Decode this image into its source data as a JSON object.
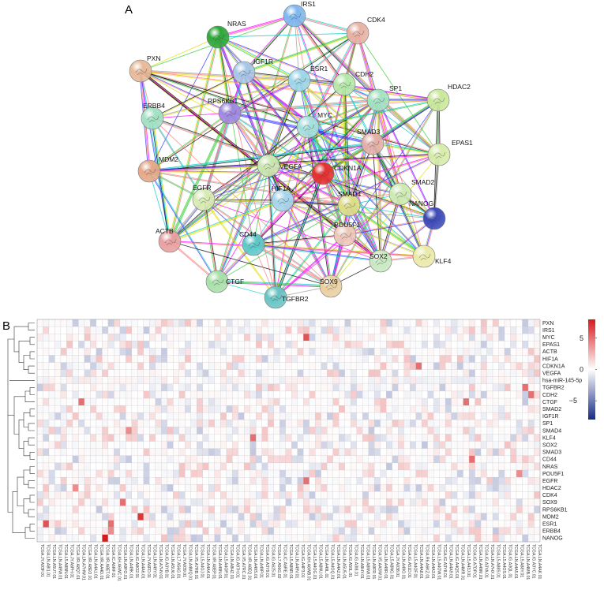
{
  "panels": {
    "a": "A",
    "b": "B"
  },
  "network": {
    "edge_colors": [
      "#ff00ff",
      "#000000",
      "#33cc33",
      "#dddd00",
      "#00cccc",
      "#3333ff",
      "#999999",
      "#ff7777"
    ],
    "nodes": [
      {
        "id": "IRS1",
        "label": "IRS1",
        "color": "#7fb8ee"
      },
      {
        "id": "NRAS",
        "label": "NRAS",
        "color": "#2fa83a"
      },
      {
        "id": "CDK4",
        "label": "CDK4",
        "color": "#e7b2a6"
      },
      {
        "id": "PXN",
        "label": "PXN",
        "color": "#e7b998"
      },
      {
        "id": "IGF1R",
        "label": "IGF1R",
        "color": "#a8c6e6"
      },
      {
        "id": "ESR1",
        "label": "ESR1",
        "color": "#9ed6ea"
      },
      {
        "id": "CDH2",
        "label": "CDH2",
        "color": "#b5e8a8"
      },
      {
        "id": "SP1",
        "label": "SP1",
        "color": "#a2e3c2"
      },
      {
        "id": "HDAC2",
        "label": "HDAC2",
        "color": "#c9e89a"
      },
      {
        "id": "ERBB4",
        "label": "ERBB4",
        "color": "#a2e1c3"
      },
      {
        "id": "RPS6KB1",
        "label": "RPS6KB1",
        "color": "#a089e0"
      },
      {
        "id": "MYC",
        "label": "MYC",
        "color": "#a6e0de"
      },
      {
        "id": "SMAD3",
        "label": "SMAD3",
        "color": "#e5b0aa"
      },
      {
        "id": "EPAS1",
        "label": "EPAS1",
        "color": "#d6ecaa"
      },
      {
        "id": "MDM2",
        "label": "MDM2",
        "color": "#e5a888"
      },
      {
        "id": "VEGFA",
        "label": "VEGFA",
        "color": "#cce8b0"
      },
      {
        "id": "CDKN1A",
        "label": "CDKN1A",
        "color": "#e53030"
      },
      {
        "id": "EGFR",
        "label": "EGFR",
        "color": "#d8ebb4"
      },
      {
        "id": "HIF1A",
        "label": "HIF1A",
        "color": "#a6d6ea"
      },
      {
        "id": "SMAD2",
        "label": "SMAD2",
        "color": "#cdeab4"
      },
      {
        "id": "SMAD4",
        "label": "SMAD4",
        "color": "#dede88"
      },
      {
        "id": "NANOG",
        "label": "NANOG",
        "color": "#3b48b8"
      },
      {
        "id": "ACTB",
        "label": "ACTB",
        "color": "#e8a0a0"
      },
      {
        "id": "CD44",
        "label": "CD44",
        "color": "#5ec8c8"
      },
      {
        "id": "POU5F1",
        "label": "POU5F1",
        "color": "#ecc8b8"
      },
      {
        "id": "KLF4",
        "label": "KLF4",
        "color": "#eaeaa8"
      },
      {
        "id": "SOX2",
        "label": "SOX2",
        "color": "#c8e8c0"
      },
      {
        "id": "CTGF",
        "label": "CTGF",
        "color": "#a8e0a8"
      },
      {
        "id": "TGFBR2",
        "label": "TGFBR2",
        "color": "#68c4c4"
      },
      {
        "id": "SOX9",
        "label": "SOX9",
        "color": "#eacfa0"
      }
    ]
  },
  "heatmap": {
    "rows": [
      "PXN",
      "IRS1",
      "MYC",
      "EPAS1",
      "ACTB",
      "HIF1A",
      "CDKN1A",
      "VEGFA",
      "hsa-miR-145-5p",
      "TGFBR2",
      "CDH2",
      "CTGF",
      "SMAD2",
      "IGF1R",
      "SP1",
      "SMAD4",
      "KLF4",
      "SOX2",
      "SMAD3",
      "CD44",
      "NRAS",
      "POU5F1",
      "EGFR",
      "HDAC2",
      "CDK4",
      "SOX9",
      "RPS6KB1",
      "MDM2",
      "ESR1",
      "ERBB4",
      "NANOG"
    ],
    "columns": [
      "TCGA.JY.A93F.01",
      "TCGA.LN.A8I1.01",
      "TCGA.LN.A5U7.01",
      "TCGA.LN.A49W.01",
      "TCGA.L5.A8NN.01",
      "TCGA.JY.A6FH.01",
      "TCGA.VR.A8Q7.01",
      "TCGA.LN.A7HW.01",
      "TCGA.VR.A8EO.01",
      "TCGA.LN.A4A1.01",
      "TCGA.VR.AA4D.01",
      "TCGA.VR.A8ET.01",
      "TCGA.IC.A6RF.01",
      "TCGA.KH.A6WC.01",
      "TCGA.LN.A9FO.01",
      "TCGA.LN.A49K.01",
      "TCGA.IG.A8O2.01",
      "TCGA.LN.A4A6.01",
      "TCGA.JY.A6FD.01",
      "TCGA.LN.A49Y.01",
      "TCGA.LN.A7HV.01",
      "TCGA.IG.A3YB.01",
      "TCGA.LN.A5U6.01",
      "TCGA.L7.A56G.01",
      "TCGA.JY.A939.01",
      "TCGA.LN.A4MQ.01",
      "TCGA.V5.A7RB.01",
      "TCGA.L5.A4OJ.01",
      "TCGA.LN.A4A4.01",
      "TCGA.VR.A8EP.01",
      "TCGA.LN.A49N.01",
      "TCGA.L5.A4OP.01",
      "TCGA.LN.A8HZ.01",
      "TCGA.IG.A97H.01",
      "TCGA.V5.A7RC.01",
      "TCGA.VR.A8EQ.01",
      "TCGA.LN.A49S.01",
      "TCGA.LN.A49P.01",
      "TCGA.IG.A3Y9.01",
      "TCGA.IG.A625.01",
      "TCGA.L7.A56G.02",
      "TCGA.IC.A6RE.01",
      "TCGA.L5.A8NR.01",
      "TCGA.LN.A49V.01",
      "TCGA.IG.A4P3.01",
      "TCGA.KH.A6WB.01",
      "TCGA.L5.A4OG.01",
      "TCGA.L5.A8NU.01",
      "TCGA.LN.A49L.01",
      "TCGA.L5.A4OQ.01",
      "TCGA.LN.A4A2.01",
      "TCGA.LN.A5U5.01",
      "TCGA.IG.A50L.01",
      "TCGA.IG.A3I8.01",
      "TCGA.LN.A8HY.01",
      "TCGA.L5.A8NW.01",
      "TCGA.LN.A9FR.01",
      "TCGA.V5.AASW.01",
      "TCGA.LN.A49R.01",
      "TCGA.L5.A8NG.01",
      "TCGA.JY.A938.01",
      "TCGA.LN.A49O.01",
      "TCGA.IG.A51D.01",
      "TCGA.L5.A4OF.01",
      "TCGA.LN.A4A8.01",
      "TCGA.R6.A6KZ.01",
      "TCGA.LN.A4A3.01",
      "TCGA.L5.A4OW.01",
      "TCGA.IG.A3Y8.01",
      "TCGA.LN.A4A9.01",
      "TCGA.IG.A4QS.01",
      "TCGA.LN.A4MR.01",
      "TCGA.L5.A43J.01",
      "TCGA.IG.A7DP.01",
      "TCGA.LN.A49M.01",
      "TCGA.IG.A3YA.01",
      "TCGA.LN.A7HX.01",
      "TCGA.L5.A88S.01",
      "TCGA.L5.A4OS.01",
      "TCGA.IG.A3QL.01",
      "TCGA.LN.A4A5.01",
      "TCGA.L5.A88Y.01",
      "TCGA.LN.A4MB.01",
      "TCGA.IG.A3YC.01",
      "TCGA.LN.A4AK.01"
    ],
    "legend": {
      "ticks": [
        5,
        0,
        -5
      ],
      "tick_labels": [
        "5",
        "0",
        "−5"
      ],
      "range": [
        -8,
        8
      ],
      "high_color": "#d7191c",
      "mid_color": "#ffffff",
      "low_color": "#172a85"
    }
  }
}
